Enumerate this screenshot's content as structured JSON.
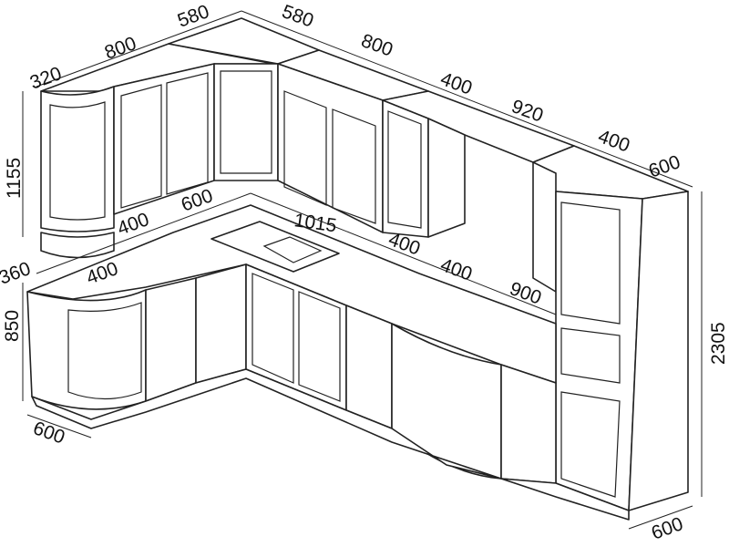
{
  "title": "Corner kitchen set dimension drawing",
  "units": "mm",
  "colors": {
    "line": "#222222",
    "background": "#ffffff"
  },
  "dimensions": {
    "upper_corner_left": "580",
    "upper_corner_right": "580",
    "upper_left_run": "800",
    "upper_end_shelf": "320",
    "upper_back_run": "800",
    "upper_glass_cabinet": "400",
    "upper_hood_section": "920",
    "upper_right_cabinet": "400",
    "tall_unit_depth_top": "600",
    "upper_height": "1155",
    "base_corner_depth": "600",
    "base_drawer_width": "400",
    "base_sink_run": "1015",
    "base_drawer_right": "400",
    "base_curved_section": "400",
    "base_end_radius": "360",
    "base_curved_left": "400",
    "base_hob_section": "900",
    "base_height": "850",
    "tall_unit_height": "2305",
    "base_depth_left": "600",
    "tall_unit_depth_bottom": "600"
  }
}
